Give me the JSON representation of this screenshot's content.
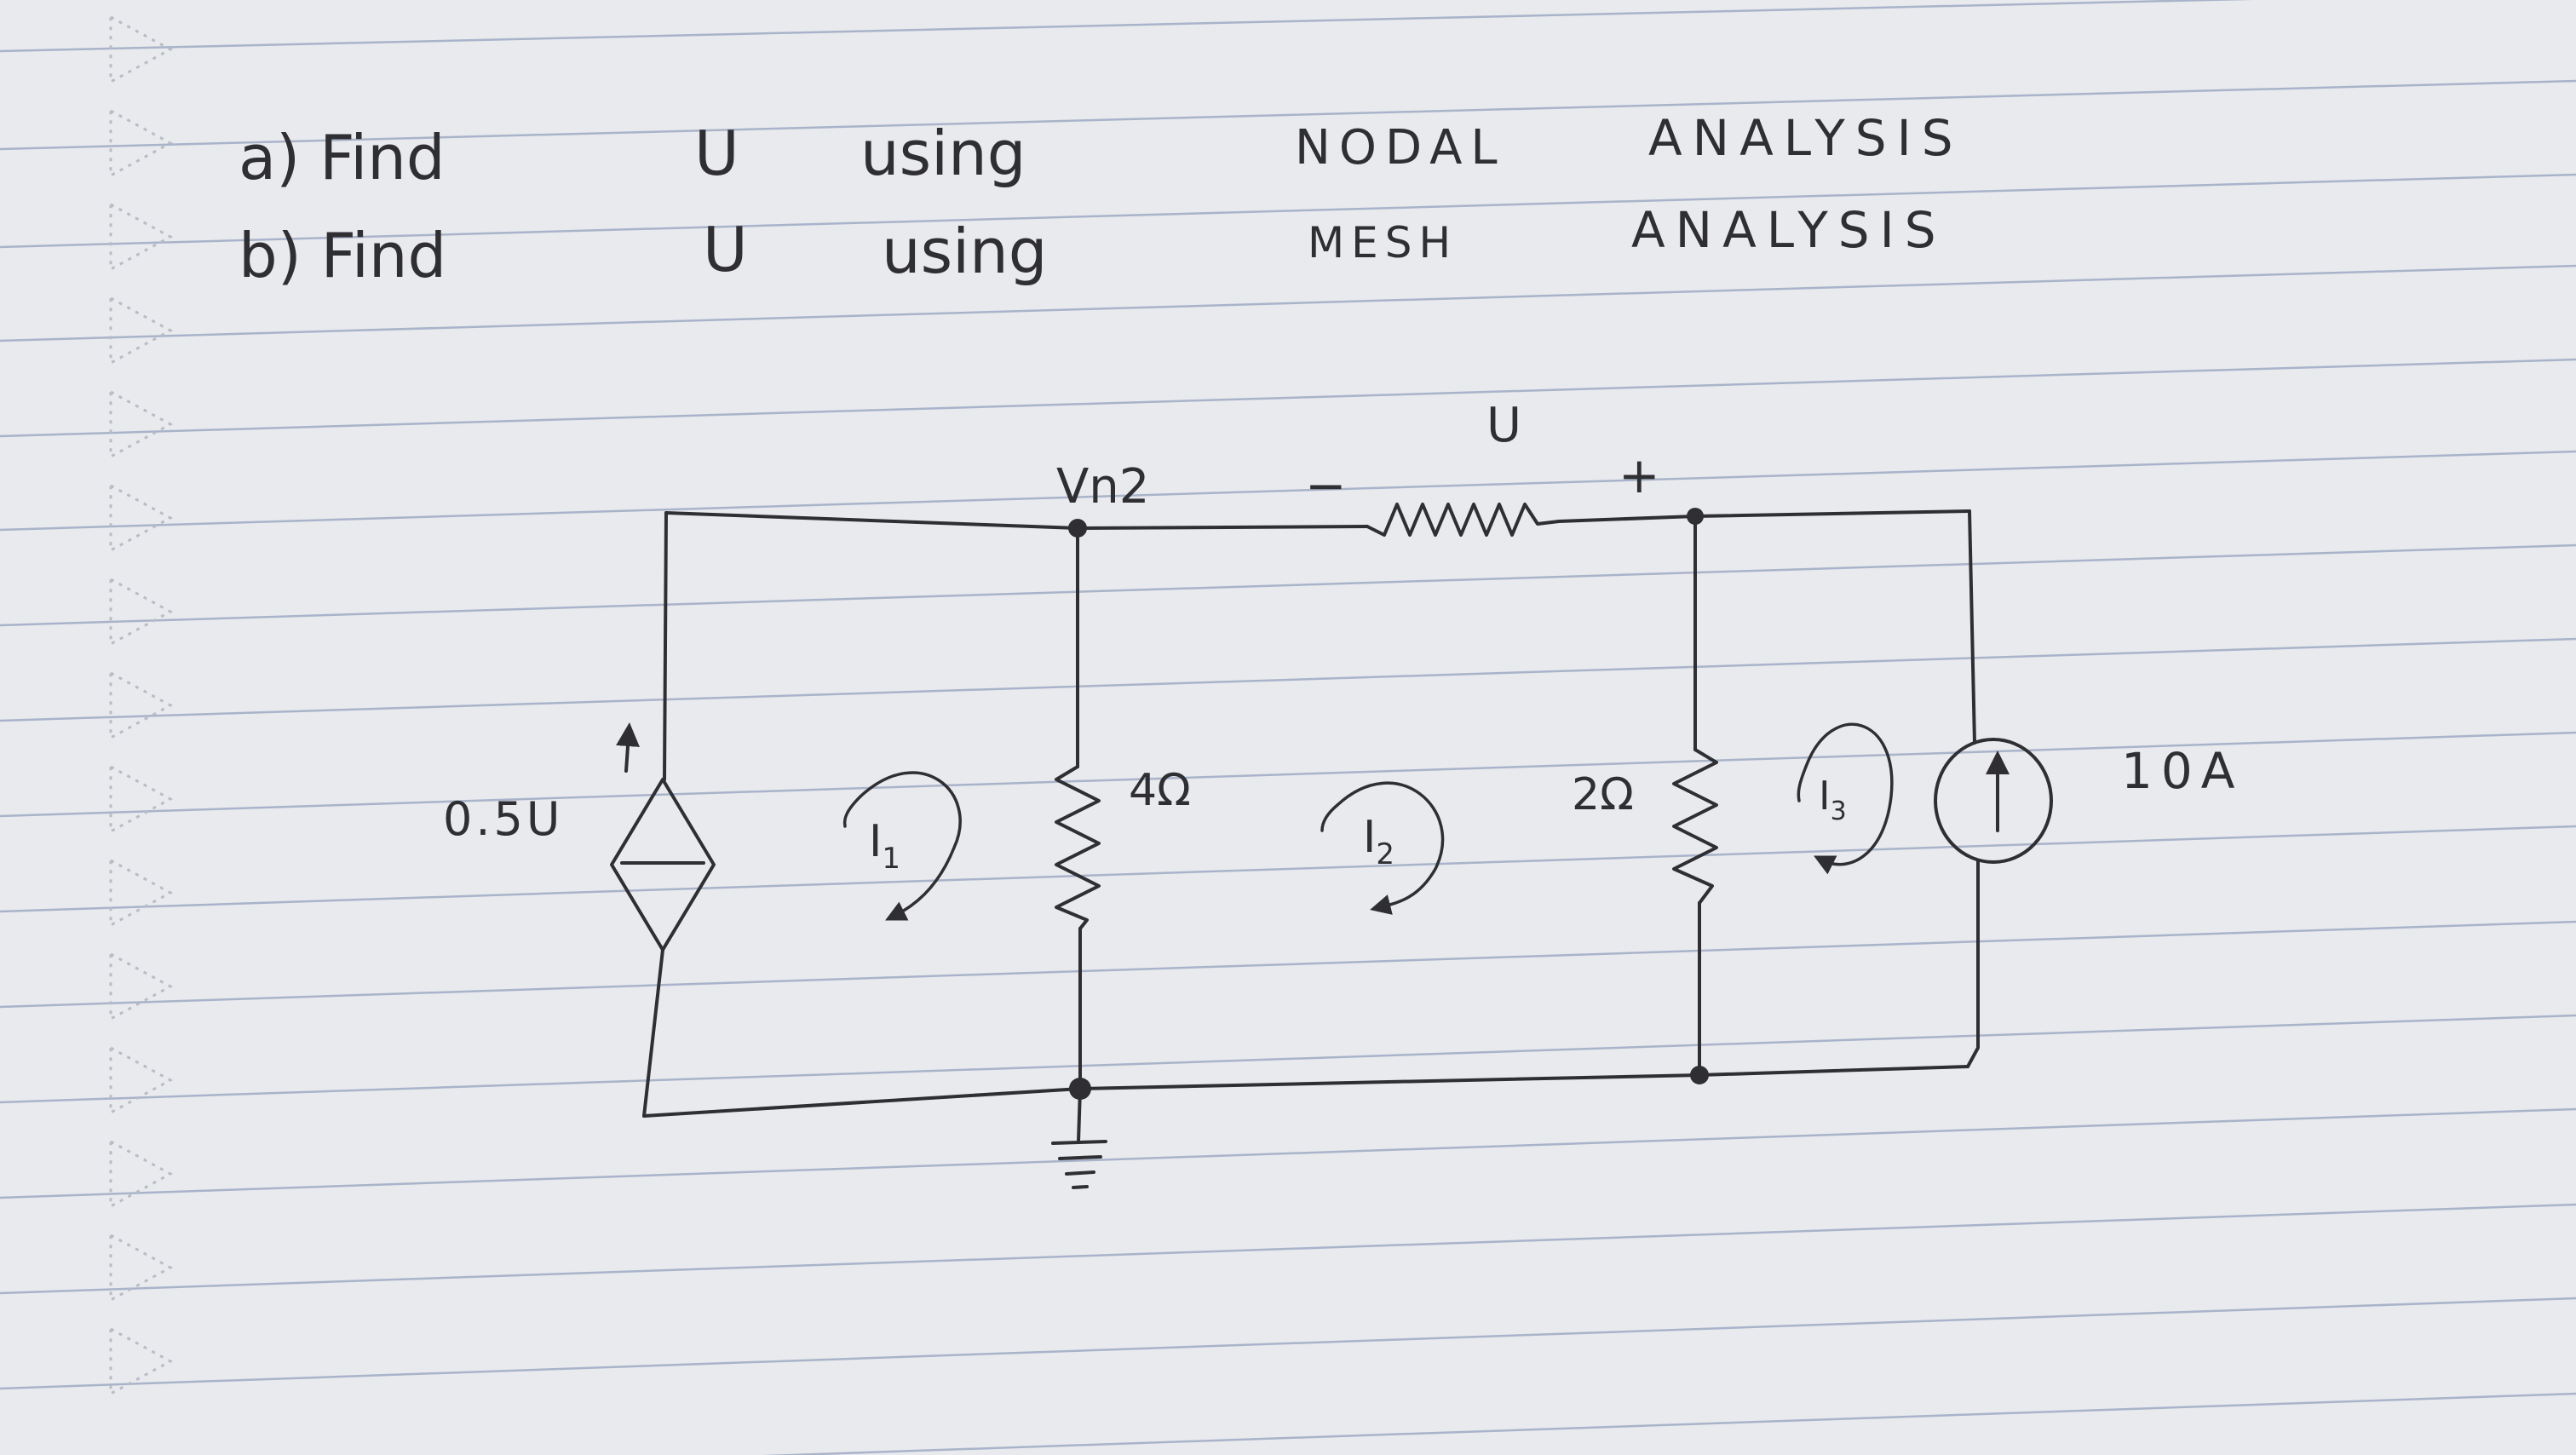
{
  "header": {
    "line_a": {
      "prefix": "a) Find",
      "var": "U",
      "word": "using",
      "method": "NODAL",
      "analysis": "ANALYSIS"
    },
    "line_b": {
      "prefix": "b) Find",
      "var": "U",
      "word": "using",
      "method": "MESH",
      "analysis": "ANALYSIS"
    }
  },
  "circuit": {
    "node_label": "Vn2",
    "resistor_top": {
      "label": "U",
      "minus": "−",
      "plus": "+"
    },
    "dependent_source": {
      "label": "0.5U"
    },
    "resistor_left": {
      "label": "4Ω"
    },
    "resistor_right": {
      "label": "2Ω"
    },
    "current_source": {
      "label": "10A"
    },
    "meshes": [
      {
        "label": "I1",
        "sub": "1"
      },
      {
        "label": "I2",
        "sub": "2"
      },
      {
        "label": "I3",
        "sub": "3"
      }
    ]
  },
  "colors": {
    "paper": "#e9eaee",
    "ink": "#2e2e33",
    "rule": "#a9b3c9"
  }
}
